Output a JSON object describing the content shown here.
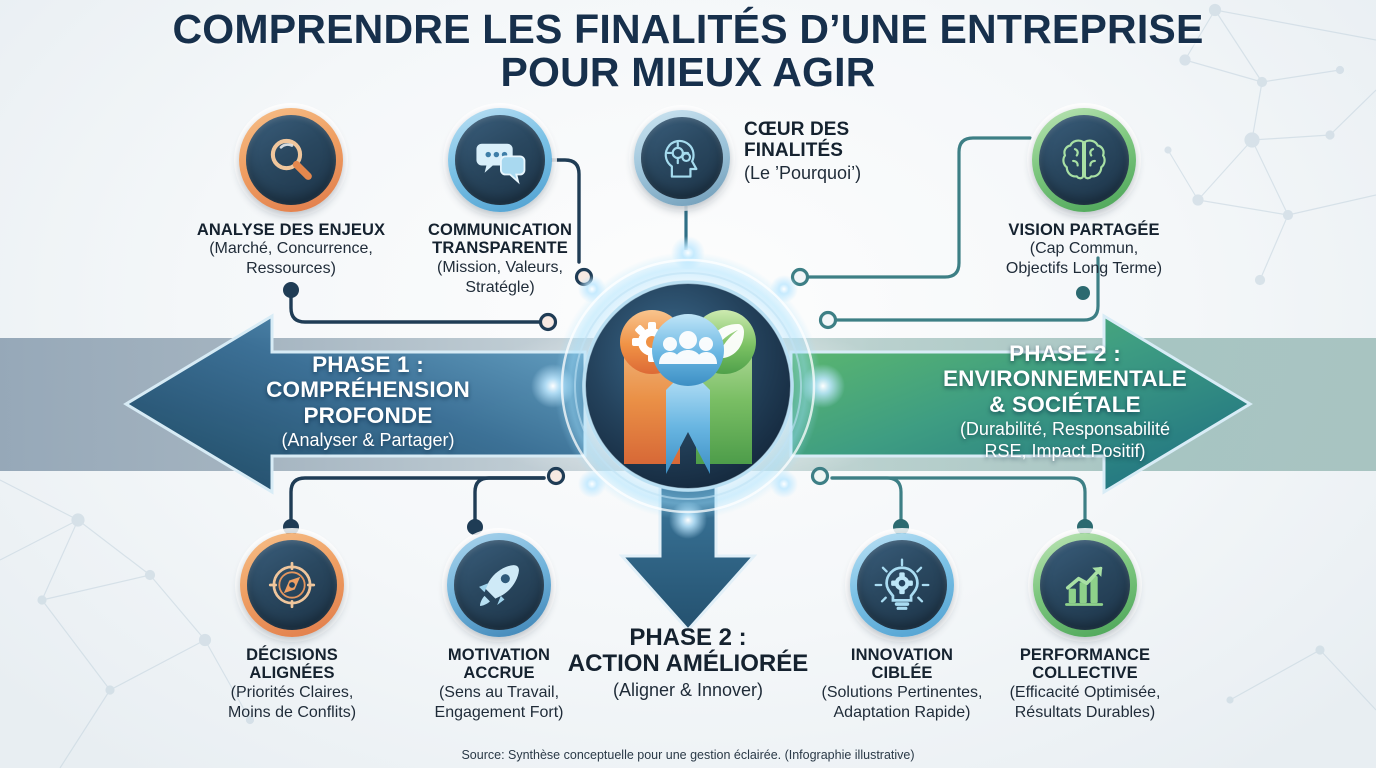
{
  "title": {
    "line1": "COMPRENDRE LES FINALITÉS D’UNE ENTREPRISE",
    "line2": "POUR MIEUX AGIR"
  },
  "center": {
    "heading_line1": "CŒUR DES",
    "heading_line2": "FINALITÉS",
    "subtitle": "(Le ’Pourquoi’)",
    "icon": "head-gears-icon",
    "hub_icons": [
      "gear-icon",
      "people-icon",
      "leaf-icon"
    ]
  },
  "arrows": {
    "left": {
      "line1": "PHASE 1 :",
      "line2": "COMPRÉHENSION",
      "line3": "PROFONDE",
      "subtitle": "(Analyser & Partager)",
      "color_start": "#5d9ec4",
      "color_end": "#1e4a68",
      "direction": "left"
    },
    "right": {
      "line1": "PHASE 2 :",
      "line2": "ENVIRONNEMENTALE",
      "line3": "& SOCIÉTALE",
      "subtitle": "(Durabilité, Responsabilité",
      "subtitle2": "RSE, Impact Positif)",
      "color_start": "#5ab463",
      "color_end": "#1d6e82",
      "direction": "right"
    },
    "down": {
      "line1": "PHASE 2 :",
      "line2": "ACTION AMÉLIORÉE",
      "subtitle": "(Aligner & Innover)",
      "color": "#2d5d7e",
      "direction": "down"
    }
  },
  "nodes": {
    "top_left": [
      {
        "id": "analyse",
        "icon": "magnifier-icon",
        "ring": "orange",
        "ring_color": "#ef9f63",
        "title": "ANALYSE DES ENJEUX",
        "sub1": "(Marché, Concurrence,",
        "sub2": "Ressources)"
      },
      {
        "id": "communication",
        "icon": "speech-bubbles-icon",
        "ring": "blue",
        "ring_color": "#7cc2e6",
        "title_line1": "COMMUNICATION",
        "title_line2": "TRANSPARENTE",
        "sub1": "(Mission, Valeurs,",
        "sub2": "Stratégle)"
      }
    ],
    "top_right": [
      {
        "id": "vision",
        "icon": "brain-icon",
        "ring": "green",
        "ring_color": "#7ec77f",
        "title": "VISION PARTAGÉE",
        "sub1": "(Cap Commun,",
        "sub2": "Objectifs Long Terme)"
      }
    ],
    "bottom_left": [
      {
        "id": "decisions",
        "icon": "compass-icon",
        "ring": "orange",
        "ring_color": "#ef9f63",
        "title_line1": "DÉCISIONS",
        "title_line2": "ALIGNÉES",
        "sub1": "(Priorités Claires,",
        "sub2": "Moins de Conflits)"
      },
      {
        "id": "motivation",
        "icon": "rocket-icon",
        "ring": "blued",
        "ring_color": "#6fb2da",
        "title_line1": "MOTIVATION",
        "title_line2": "ACCRUE",
        "sub1": "(Sens au Travail,",
        "sub2": "Engagement Fort)"
      }
    ],
    "bottom_right": [
      {
        "id": "innovation",
        "icon": "lightbulb-gear-icon",
        "ring": "blue",
        "ring_color": "#7cc2e6",
        "title_line1": "INNOVATION",
        "title_line2": "CIBLÉE",
        "sub1": "(Solutions Pertinentes,",
        "sub2": "Adaptation Rapide)"
      },
      {
        "id": "performance",
        "icon": "growth-chart-icon",
        "ring": "green",
        "ring_color": "#7ec77f",
        "title_line1": "PERFORMANCE",
        "title_line2": "COLLECTIVE",
        "sub1": "(Efficacité Optimisée,",
        "sub2": "Résultats Durables)"
      }
    ]
  },
  "source": "Source: Synthèse conceptuelle pour une gestion éclairée. (Infographie illustrative)",
  "palette": {
    "title_navy": "#17304c",
    "connector_dark": "#1f3c55",
    "connector_teal": "#3d7f85",
    "band_left": "#8a9eb0",
    "band_right": "#9cbcb8",
    "hub_core": "#1d3348",
    "accent_orange": "#ef8b3f",
    "accent_blue": "#4ea3d8",
    "accent_green": "#69b35c"
  }
}
